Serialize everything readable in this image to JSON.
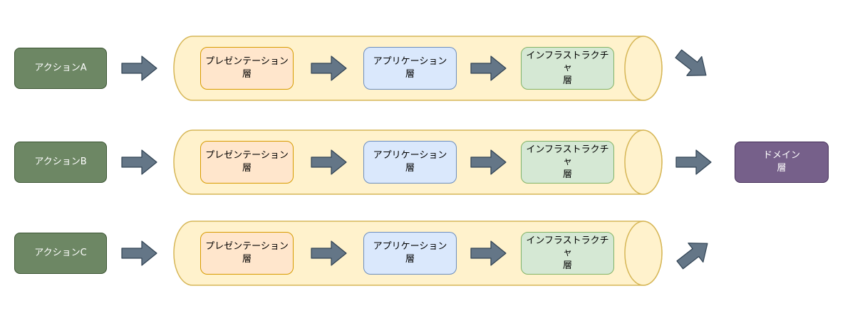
{
  "colors": {
    "action_fill": "#6d8764",
    "action_stroke": "#3a5431",
    "cylinder_fill": "#fff2cc",
    "cylinder_stroke": "#d6b656",
    "presentation_fill": "#ffe6cc",
    "presentation_stroke": "#d79b00",
    "application_fill": "#dae8fc",
    "application_stroke": "#6c8ebf",
    "infrastructure_fill": "#d5e8d4",
    "infrastructure_stroke": "#82b366",
    "domain_fill": "#76608a",
    "domain_stroke": "#432d57",
    "arrow_fill": "#647687",
    "arrow_stroke": "#314354"
  },
  "diagram": {
    "rows": [
      {
        "action_label": "アクションA",
        "layers": {
          "presentation": {
            "line1": "プレゼンテーション",
            "line2": "層"
          },
          "application": {
            "line1": "アプリケーション",
            "line2": "層"
          },
          "infrastructure": {
            "line1": "インフラストラクチャ",
            "line2": "層"
          }
        },
        "exit_arrow_direction": "down-right"
      },
      {
        "action_label": "アクションB",
        "layers": {
          "presentation": {
            "line1": "プレゼンテーション",
            "line2": "層"
          },
          "application": {
            "line1": "アプリケーション",
            "line2": "層"
          },
          "infrastructure": {
            "line1": "インフラストラクチャ",
            "line2": "層"
          }
        },
        "exit_arrow_direction": "right"
      },
      {
        "action_label": "アクションC",
        "layers": {
          "presentation": {
            "line1": "プレゼンテーション",
            "line2": "層"
          },
          "application": {
            "line1": "アプリケーション",
            "line2": "層"
          },
          "infrastructure": {
            "line1": "インフラストラクチャ",
            "line2": "層"
          }
        },
        "exit_arrow_direction": "up-right"
      }
    ],
    "domain": {
      "line1": "ドメイン",
      "line2": "層"
    }
  }
}
